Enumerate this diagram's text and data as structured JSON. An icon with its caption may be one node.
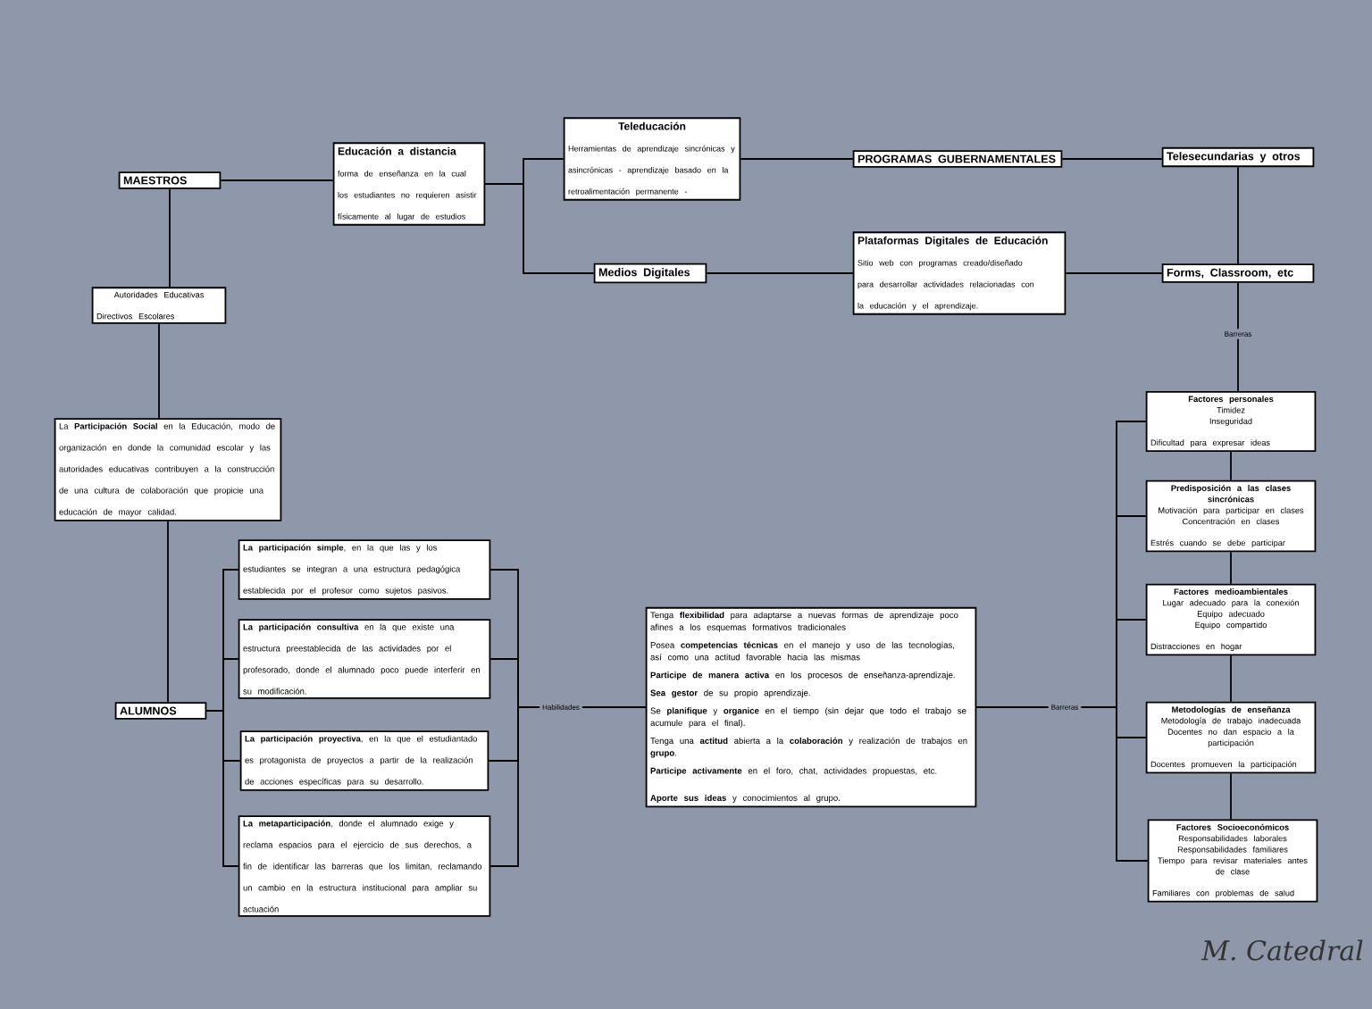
{
  "diagram": {
    "nodes": [
      {
        "text": [
          "MAESTROS"
        ]
      },
      {
        "text": [
          "Educación a distancia",
          "forma de enseñanza en la cual los estudiantes no requieren asistir físicamente al lugar de estudios"
        ]
      },
      {
        "text": [
          "Teleducación",
          "Herramientas de aprendizaje sincrónicas y asincrónicas - aprendizaje basado en la retroalimentación permanente -"
        ]
      },
      {
        "text": [
          "PROGRAMAS GUBERNAMENTALES"
        ]
      },
      {
        "text": [
          "Telesecundarias y otros"
        ]
      },
      {
        "text": [
          "Medios Digitales"
        ]
      },
      {
        "text": [
          "Plataformas Digitales de Educación",
          "Sitio web con programas creado/diseñado para desarrollar actividades relacionadas con la educación y el aprendizaje."
        ]
      },
      {
        "text": [
          "Forms, Classroom, etc"
        ]
      },
      {
        "text": [
          "Autoridades Educativas",
          "Directivos Escolares"
        ]
      },
      {
        "text": [
          "La **Participación Social** en la Educación, modo de organización en donde la comunidad escolar y las autoridades educativas contribuyen a la construcción de una cultura de colaboración que propicie una educación de mayor calidad."
        ]
      },
      {
        "text": [
          "ALUMNOS"
        ]
      },
      {
        "text": [
          "**La participación simple**, en la que las y los estudiantes se integran a una estructura pedagógica establecida por el profesor como sujetos pasivos."
        ]
      },
      {
        "text": [
          "**La participación consultiva** en la que existe una estructura preestablecida de las actividades por el profesorado, donde el alumnado poco puede interferir en su modificación."
        ]
      },
      {
        "text": [
          "**La participación proyectiva**, en la que el estudiantado es protagonista de proyectos a partir de la realización de acciones específicas para su desarrollo."
        ]
      },
      {
        "text": [
          "**La metaparticipación**, donde el alumnado exige y reclama espacios para el ejercicio de sus derechos, a fin de identificar las barreras que los limitan, reclamando un cambio en la estructura institucional para ampliar su actuación"
        ]
      },
      {
        "text": [
          "Tenga **flexibilidad** para adaptarse a nuevas formas de aprendizaje poco afines a los esquemas formativos tradicionales",
          "Posea **competencias técnicas** en el manejo y uso de las tecnologías, así como una actitud favorable hacia las mismas",
          "**Participe de manera activa** en los procesos de enseñanza-aprendizaje.",
          "**Sea gestor** de su propio aprendizaje.",
          "Se **planifique** y **organice** en el tiempo (sin dejar que todo el trabajo se acumule para el final).",
          "Tenga una **actitud** abierta a la **colaboración** y realización de trabajos en **grupo**.",
          "**Participe activamente** en el foro, chat, actividades propuestas, etc.",
          "**Aporte sus ideas** y conocimientos al grupo."
        ]
      },
      {
        "text": [
          "Factores personales",
          "Timidez",
          "Inseguridad",
          "Dificultad para expresar ideas"
        ]
      },
      {
        "text": [
          "Predisposición a las clases sincrónicas",
          "Motivación para participar en clases",
          "Concentración en clases",
          "Estrés cuando se debe participar"
        ]
      },
      {
        "text": [
          "Factores medioambientales",
          "Lugar adecuado para la conexión",
          "Equipo adecuado",
          "Equipo compartido",
          "Distracciones en hogar"
        ]
      },
      {
        "text": [
          "Metodologías de enseñanza",
          "Metodología de trabajo inadecuada",
          "Docentes no dan espacio a la participación",
          "Docentes promueven la participación"
        ]
      },
      {
        "text": [
          "Factores Socioeconómicos",
          "Responsabilidades laborales",
          "Responsabilidades familiares",
          "Tiempo para revisar materiales antes de clase",
          "Familiares con problemas de salud"
        ]
      }
    ],
    "edges": [
      {
        "from": 0,
        "to": 1,
        "arrow": "none"
      },
      {
        "from": 1,
        "to": 2,
        "arrow": "none"
      },
      {
        "from": 1,
        "to": 5,
        "arrow": "none"
      },
      {
        "from": 2,
        "to": 3,
        "arrow": "none"
      },
      {
        "from": 3,
        "to": 4,
        "arrow": "none"
      },
      {
        "from": 5,
        "to": 6,
        "arrow": "none"
      },
      {
        "from": 6,
        "to": 7,
        "arrow": "none"
      },
      {
        "from": 4,
        "to": 7,
        "arrow": "none"
      },
      {
        "from": 7,
        "to": 16,
        "arrow": "none",
        "label": "Barreras"
      },
      {
        "from": 0,
        "to": 8,
        "arrow": "none"
      },
      {
        "from": 8,
        "to": 9,
        "arrow": "none"
      },
      {
        "from": 9,
        "to": 10,
        "arrow": "none"
      },
      {
        "from": 10,
        "to": 11,
        "arrow": "none"
      },
      {
        "from": 10,
        "to": 12,
        "arrow": "none"
      },
      {
        "from": 10,
        "to": 13,
        "arrow": "none"
      },
      {
        "from": 10,
        "to": 14,
        "arrow": "none"
      },
      {
        "from": 11,
        "to": 15,
        "arrow": "none",
        "label": "Habilidades"
      },
      {
        "from": 12,
        "to": 15,
        "arrow": "none"
      },
      {
        "from": 13,
        "to": 15,
        "arrow": "none"
      },
      {
        "from": 14,
        "to": 15,
        "arrow": "none"
      },
      {
        "from": 15,
        "to": 16,
        "arrow": "none",
        "label": "Barreras"
      },
      {
        "from": 15,
        "to": 17,
        "arrow": "none"
      },
      {
        "from": 15,
        "to": 18,
        "arrow": "none"
      },
      {
        "from": 15,
        "to": 19,
        "arrow": "none"
      },
      {
        "from": 15,
        "to": 20,
        "arrow": "none"
      },
      {
        "from": 16,
        "to": 17,
        "arrow": "none"
      },
      {
        "from": 17,
        "to": 18,
        "arrow": "none"
      },
      {
        "from": 18,
        "to": 19,
        "arrow": "none"
      },
      {
        "from": 19,
        "to": 20,
        "arrow": "none"
      }
    ],
    "labels": [
      "M. Catedral"
    ]
  }
}
